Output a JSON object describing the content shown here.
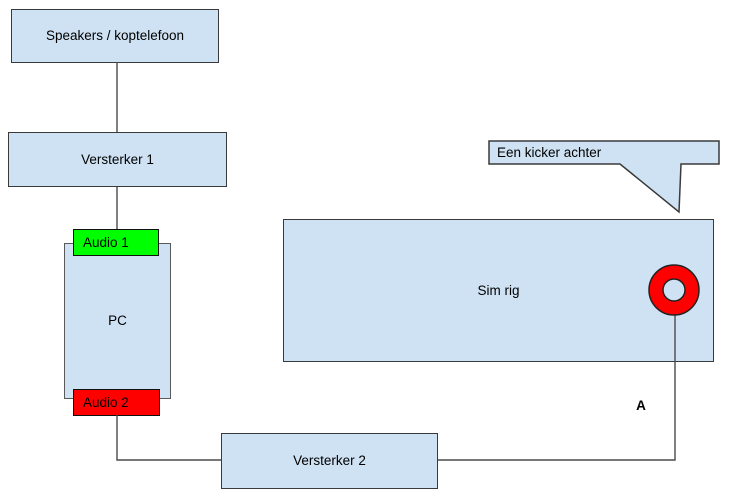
{
  "diagram": {
    "title_hint": "audio wiring diagram for sim rig",
    "nodes": {
      "speakers": {
        "label": "Speakers / koptelefoon"
      },
      "versterker1": {
        "label": "Versterker 1"
      },
      "pc": {
        "label": "PC"
      },
      "audio1": {
        "label": "Audio 1"
      },
      "audio2": {
        "label": "Audio 2"
      },
      "simrig": {
        "label": "Sim rig"
      },
      "versterker2": {
        "label": "Versterker 2"
      }
    },
    "callout": {
      "label": "Een kicker achter"
    },
    "annotations": {
      "point_a": "A"
    },
    "colors": {
      "node_fill": "#cfe2f3",
      "node_border": "#3a3a3a",
      "audio1_fill": "#00ff00",
      "audio2_fill": "#ff0000",
      "connector": "#4a4a4a",
      "kicker_ring": "#ff0000",
      "kicker_hole": "#cfe2f3",
      "shape_outline": "#222222"
    }
  }
}
